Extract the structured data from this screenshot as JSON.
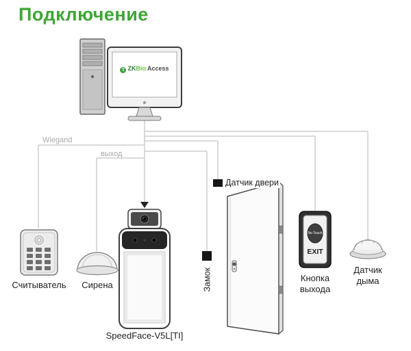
{
  "title": "Подключение",
  "colors": {
    "title_green": "#3fa535",
    "wire_gray": "#b5b5b5",
    "wire_label_gray": "#a8a8a8",
    "device_label_dark": "#1f1f1f",
    "logo_green": "#43a047"
  },
  "computer": {
    "screen_logo": {
      "icon": "T",
      "zk": "ZK",
      "bio": "Bio",
      "access": "Access"
    }
  },
  "wires": {
    "wiegand": "Wiegand",
    "output": "выход"
  },
  "devices": {
    "reader": {
      "label": "Считыватель"
    },
    "siren": {
      "label": "Сирена"
    },
    "terminal": {
      "label": "SpeedFace-V5L[TI]"
    },
    "door_sensor": {
      "label": "Датчик двери"
    },
    "lock": {
      "label": "Замок"
    },
    "exit_button": {
      "label": "Кнопка выхода",
      "face_text": "EXIT",
      "sensor_text": "No Touch"
    },
    "smoke_detector": {
      "label": "Датчик дыма"
    }
  }
}
